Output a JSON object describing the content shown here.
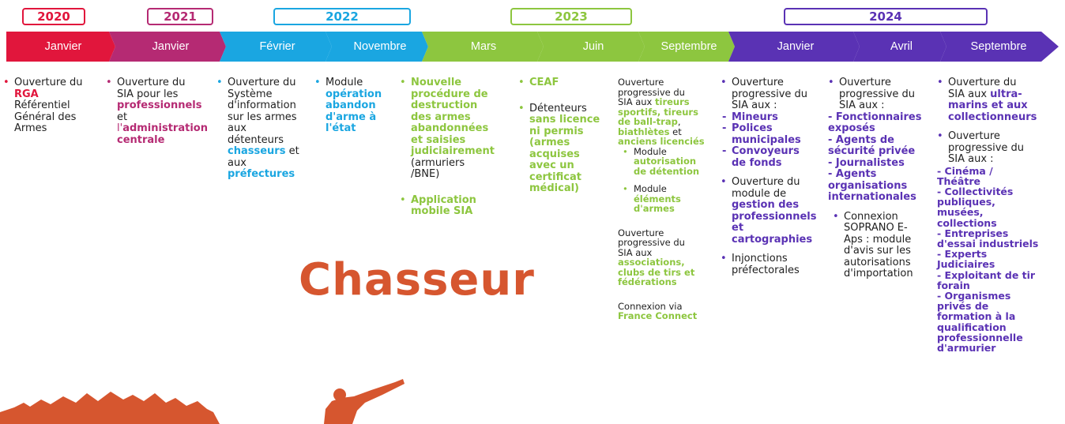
{
  "colors": {
    "red": "#e1163c",
    "magenta": "#b52a73",
    "blue": "#1aa6e1",
    "green": "#8dc63f",
    "purple": "#5a32b4",
    "watermark": "#d6562f"
  },
  "years": [
    "2020",
    "2021",
    "2022",
    "2023",
    "2024"
  ],
  "months": [
    "Janvier",
    "Janvier",
    "Février",
    "Novembre",
    "Mars",
    "Juin",
    "Septembre",
    "Janvier",
    "Avril",
    "Septembre"
  ],
  "watermark_text": "Chasseur",
  "c2020": {
    "l1": "Ouverture du",
    "l2": "RGA",
    "l3": "Référentiel",
    "l4": "Général des",
    "l5": "Armes"
  },
  "c2021": {
    "l1": "Ouverture du",
    "l2": "SIA pour les",
    "l3": "professionnels",
    "l4": "et",
    "l5a": "l'",
    "l5b": "administration",
    "l6": "centrale"
  },
  "cfev": {
    "l1": "Ouverture du",
    "l2": "Système",
    "l3": "d'information",
    "l4": "sur les armes",
    "l5": "aux",
    "l6": "détenteurs",
    "l7a": "chasseurs",
    "l7b": " et",
    "l8": "aux",
    "l9": "préfectures"
  },
  "cnov": {
    "l1": "Module",
    "l2": "opération",
    "l3": "abandon",
    "l4": "d'arme à",
    "l5": "l'état"
  },
  "cmars": {
    "l1": "Nouvelle",
    "l2": "procédure de",
    "l3": "destruction",
    "l4": "des armes",
    "l5": "abandonnées",
    "l6": "et saisies",
    "l7": "judiciairement",
    "l8": "(armuriers",
    "l9": "/BNE)",
    "app1": "Application",
    "app2": "mobile SIA"
  },
  "cjuin": {
    "ceaf": "CEAF",
    "l1": "Détenteurs",
    "l2": "sans licence",
    "l3": "ni permis",
    "l4": "(armes",
    "l5": "acquises",
    "l6": "avec un",
    "l7": "certificat",
    "l8": "médical)"
  },
  "csep23": {
    "l1": "Ouverture",
    "l2": "progressive du",
    "l3a": "SIA aux ",
    "l3b": "tireurs",
    "l4": "sportifs, tireurs",
    "l5a": "de ball-trap",
    "l5b": ",",
    "l6a": "biathlètes",
    "l6b": " et",
    "l7": "anciens licenciés",
    "m1": "Module",
    "m1a": "autorisation",
    "m1b": "de détention",
    "m2": "Module",
    "m2a": "éléments",
    "m2b": "d'armes",
    "o1": "Ouverture",
    "o2": "progressive du",
    "o3": "SIA aux",
    "o4": "associations,",
    "o5": "clubs de tirs et",
    "o6": "fédérations",
    "fc1": "Connexion via",
    "fc2": "France Connect"
  },
  "cjan24": {
    "l1": "Ouverture",
    "l2": "progressive du",
    "l3": "SIA aux :",
    "d1": "Mineurs",
    "d2a": "Polices",
    "d2b": "municipales",
    "d3a": "Convoyeurs",
    "d3b": "de fonds",
    "g1": "Ouverture du",
    "g2": "module de",
    "g3": "gestion des",
    "g4": "professionnels",
    "g5": "et",
    "g6": "cartographies",
    "i1": "Injonctions",
    "i2": "préfectorales"
  },
  "cavr": {
    "l1": "Ouverture",
    "l2": "progressive du",
    "l3": "SIA aux :",
    "d1": "- Fonctionnaires",
    "d1b": "exposés",
    "d2": "- Agents de",
    "d2b": "sécurité privée",
    "d3": "- Journalistes",
    "d4": "- Agents",
    "d4b": "organisations",
    "d4c": "internationales",
    "s1": "Connexion",
    "s2": "SOPRANO E-",
    "s3": "Aps : module",
    "s4": "d'avis sur les",
    "s5": "autorisations",
    "s6": "d'importation"
  },
  "csep24": {
    "l1": "Ouverture du",
    "l2a": "SIA aux ",
    "l2b": "ultra-",
    "l3": "marins et aux",
    "l4": "collectionneurs",
    "p1": "Ouverture",
    "p2": "progressive du",
    "p3": "SIA aux :",
    "q1": "- Cinéma /",
    "q2": "Théâtre",
    "q3": "- Collectivités",
    "q4": "publiques,",
    "q5": "musées,",
    "q6": "collections",
    "q7": "- Entreprises",
    "q8": "d'essai industriels",
    "q9": "- Experts",
    "q10": "Judiciaires",
    "q11": "- Exploitant de tir",
    "q12": "forain",
    "q13": "- Organismes",
    "q14": "privés de",
    "q15": "formation à la",
    "q16": "qualification",
    "q17": "professionnelle",
    "q18": "d'armurier"
  }
}
